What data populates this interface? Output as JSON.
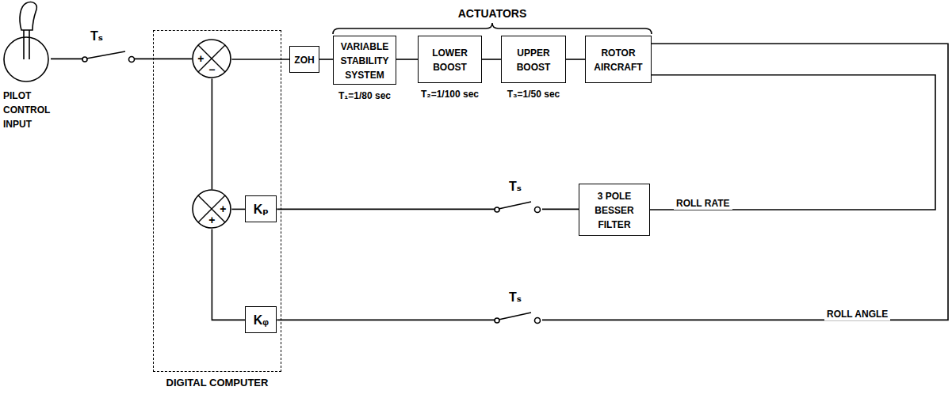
{
  "diagram": {
    "nodes": [
      {
        "text": [
          "PILOT CONTROL INPUT"
        ]
      },
      {
        "text": [
          "DIGITAL COMPUTER"
        ]
      },
      {
        "text": [
          "+",
          "−"
        ],
        "in": 1
      },
      {
        "text": [
          "+",
          "+"
        ],
        "in": 1
      },
      {
        "text": [
          "Kₚ"
        ],
        "in": 1
      },
      {
        "text": [
          "Kᵩ"
        ],
        "in": 1
      },
      {
        "text": [
          "ZOH"
        ]
      },
      {
        "text": [
          "VARIABLE STABILITY SYSTEM",
          "T₁=1/80 sec"
        ]
      },
      {
        "text": [
          "LOWER BOOST",
          "T₂=1/100 sec"
        ]
      },
      {
        "text": [
          "UPPER BOOST",
          "T₃=1/50 sec"
        ]
      },
      {
        "text": [
          "ROTOR AIRCRAFT"
        ]
      },
      {
        "text": [
          "3 POLE BESSER FILTER"
        ]
      }
    ],
    "edges": [
      {
        "from": 0,
        "to": 2,
        "arrow": "none"
      },
      {
        "from": 2,
        "to": 6,
        "arrow": "none"
      },
      {
        "from": 6,
        "to": 7,
        "arrow": "none"
      },
      {
        "from": 7,
        "to": 8,
        "arrow": "none"
      },
      {
        "from": 8,
        "to": 9,
        "arrow": "none"
      },
      {
        "from": 9,
        "to": 10,
        "arrow": "none"
      },
      {
        "from": 10,
        "to": 11,
        "label": "ROLL RATE",
        "arrow": "none"
      },
      {
        "from": 11,
        "to": 4,
        "arrow": "none"
      },
      {
        "from": 10,
        "to": 5,
        "label": "ROLL ANGLE",
        "arrow": "none"
      },
      {
        "from": 4,
        "to": 3,
        "arrow": "none"
      },
      {
        "from": 5,
        "to": 3,
        "arrow": "none"
      },
      {
        "from": 3,
        "to": 2,
        "arrow": "none"
      }
    ],
    "labels": [
      "ACTUATORS",
      "Tₛ",
      "Tₛ",
      "Tₛ"
    ]
  }
}
